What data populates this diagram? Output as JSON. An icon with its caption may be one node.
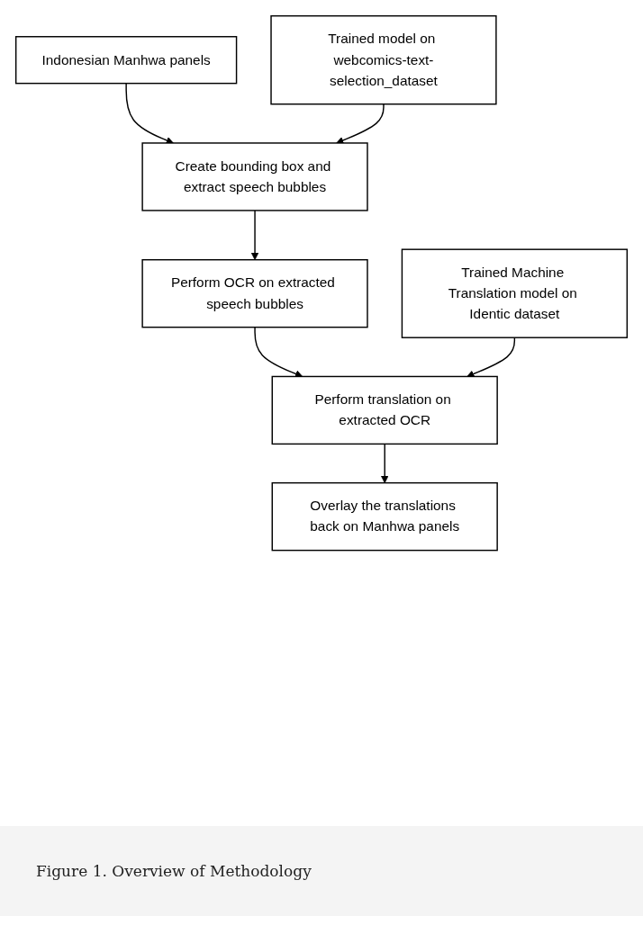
{
  "diagram": {
    "caption": "Figure 1. Overview of Methodology",
    "nodes": [
      {
        "text": [
          "Indonesian Manhwa panels"
        ]
      },
      {
        "text": [
          "Trained model on webcomics-text-selection_dataset"
        ]
      },
      {
        "text": [
          "Create bounding box and extract speech bubbles"
        ]
      },
      {
        "text": [
          "Perform OCR on extracted speech bubbles"
        ]
      },
      {
        "text": [
          "Trained Machine Translation model on Identic dataset"
        ]
      },
      {
        "text": [
          "Perform translation on extracted OCR"
        ]
      },
      {
        "text": [
          "Overlay the translations back on Manhwa panels"
        ]
      }
    ],
    "edges": [
      {
        "from": 0,
        "to": 2,
        "arrow": "to"
      },
      {
        "from": 1,
        "to": 2,
        "arrow": "to"
      },
      {
        "from": 2,
        "to": 3,
        "arrow": "to"
      },
      {
        "from": 3,
        "to": 5,
        "arrow": "to"
      },
      {
        "from": 4,
        "to": 5,
        "arrow": "to"
      },
      {
        "from": 5,
        "to": 6,
        "arrow": "to"
      }
    ]
  }
}
